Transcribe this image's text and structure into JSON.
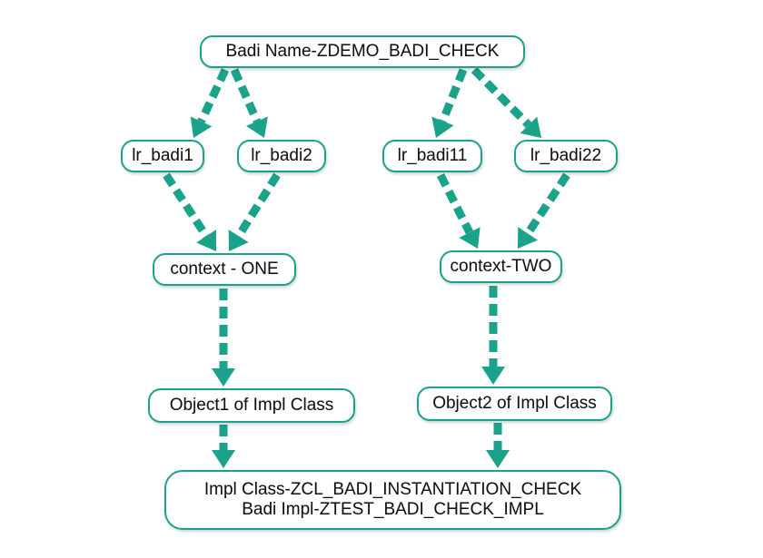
{
  "colors": {
    "accent": "#1aa38a",
    "text": "#111111",
    "background": "#ffffff"
  },
  "nodes": {
    "root": "Badi Name-ZDEMO_BADI_CHECK",
    "lr_badi1": "lr_badi1",
    "lr_badi2": "lr_badi2",
    "lr_badi11": "lr_badi11",
    "lr_badi22": "lr_badi22",
    "context_one": "context - ONE",
    "context_two": "context-TWO",
    "object1": "Object1 of Impl Class",
    "object2": "Object2 of Impl Class",
    "impl_line1": "Impl Class-ZCL_BADI_INSTANTIATION_CHECK",
    "impl_line2": "Badi Impl-ZTEST_BADI_CHECK_IMPL"
  },
  "edges": [
    [
      "root",
      "lr_badi1"
    ],
    [
      "root",
      "lr_badi2"
    ],
    [
      "root",
      "lr_badi11"
    ],
    [
      "root",
      "lr_badi22"
    ],
    [
      "lr_badi1",
      "context_one"
    ],
    [
      "lr_badi2",
      "context_one"
    ],
    [
      "lr_badi11",
      "context_two"
    ],
    [
      "lr_badi22",
      "context_two"
    ],
    [
      "context_one",
      "object1"
    ],
    [
      "context_two",
      "object2"
    ],
    [
      "object1",
      "impl"
    ],
    [
      "object2",
      "impl"
    ]
  ]
}
